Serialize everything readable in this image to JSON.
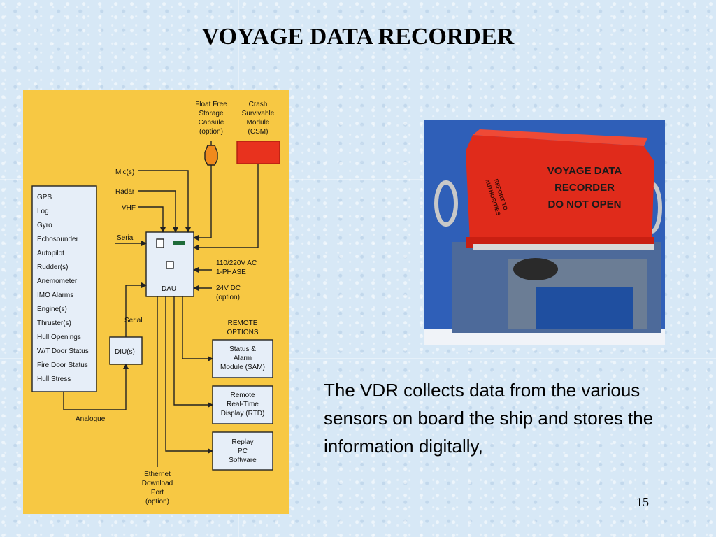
{
  "slide": {
    "title": "VOYAGE DATA RECORDER",
    "body": "The VDR collects data from the various sensors on board the ship and stores the information digitally,",
    "page_number": "15"
  },
  "diagram": {
    "sensors": [
      "GPS",
      "Log",
      "Gyro",
      "Echosounder",
      "Autopilot",
      "Rudder(s)",
      "Anemometer",
      "IMO Alarms",
      "Engine(s)",
      "Thruster(s)",
      "Hull Openings",
      "W/T Door Status",
      "Fire Door Status",
      "Hull Stress"
    ],
    "float_free_capsule": [
      "Float Free",
      "Storage",
      "Capsule",
      "(option)"
    ],
    "csm": [
      "Crash",
      "Survivable",
      "Module",
      "(CSM)"
    ],
    "mic": "Mic(s)",
    "radar": "Radar",
    "vhf": "VHF",
    "serial_top": "Serial",
    "serial_diu": "Serial",
    "dau": "DAU",
    "diu": "DIU(s)",
    "power_ac": [
      "110/220V AC",
      "1-PHASE"
    ],
    "power_dc": [
      "24V DC",
      "(option)"
    ],
    "remote_options": [
      "REMOTE",
      "OPTIONS"
    ],
    "sam": [
      "Status &",
      "Alarm",
      "Module (SAM)"
    ],
    "rtd": [
      "Remote",
      "Real-Time",
      "Display (RTD)"
    ],
    "replay": [
      "Replay",
      "PC",
      "Software"
    ],
    "ethernet": [
      "Ethernet",
      "Download",
      "Port",
      "(option)"
    ],
    "analogue": "Analogue",
    "colors": {
      "background": "#f7c843",
      "boxes": "#e6eef8",
      "csm": "#e8321e",
      "capsule": "#f08a1c",
      "lines": "#222222"
    }
  },
  "photo": {
    "label_lines": [
      "VOYAGE DATA",
      "RECORDER",
      "DO NOT OPEN"
    ],
    "side_label": [
      "REPORT TO",
      "AUTHORITIES"
    ]
  }
}
